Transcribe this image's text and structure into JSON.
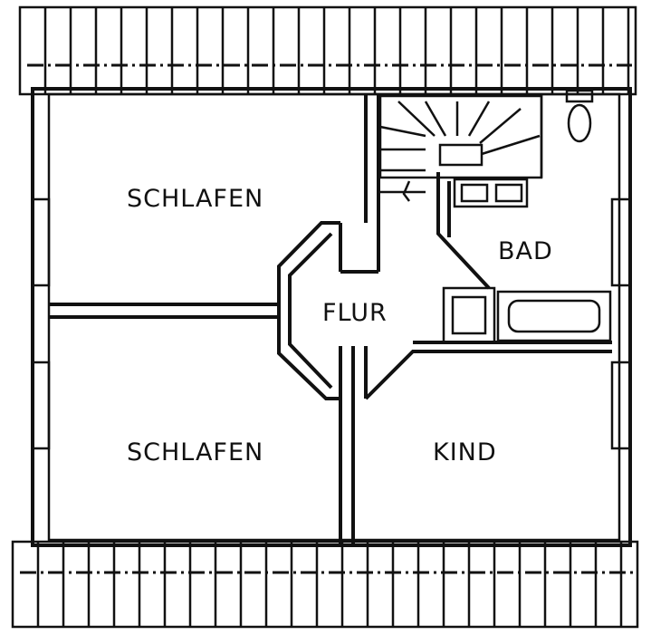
{
  "rooms": {
    "bedroom_top": "SCHLAFEN",
    "bedroom_bottom": "SCHLAFEN",
    "hall": "FLUR",
    "bath": "BAD",
    "kids_room": "KIND"
  },
  "colors": {
    "ink": "#111111",
    "paper": "#ffffff"
  }
}
